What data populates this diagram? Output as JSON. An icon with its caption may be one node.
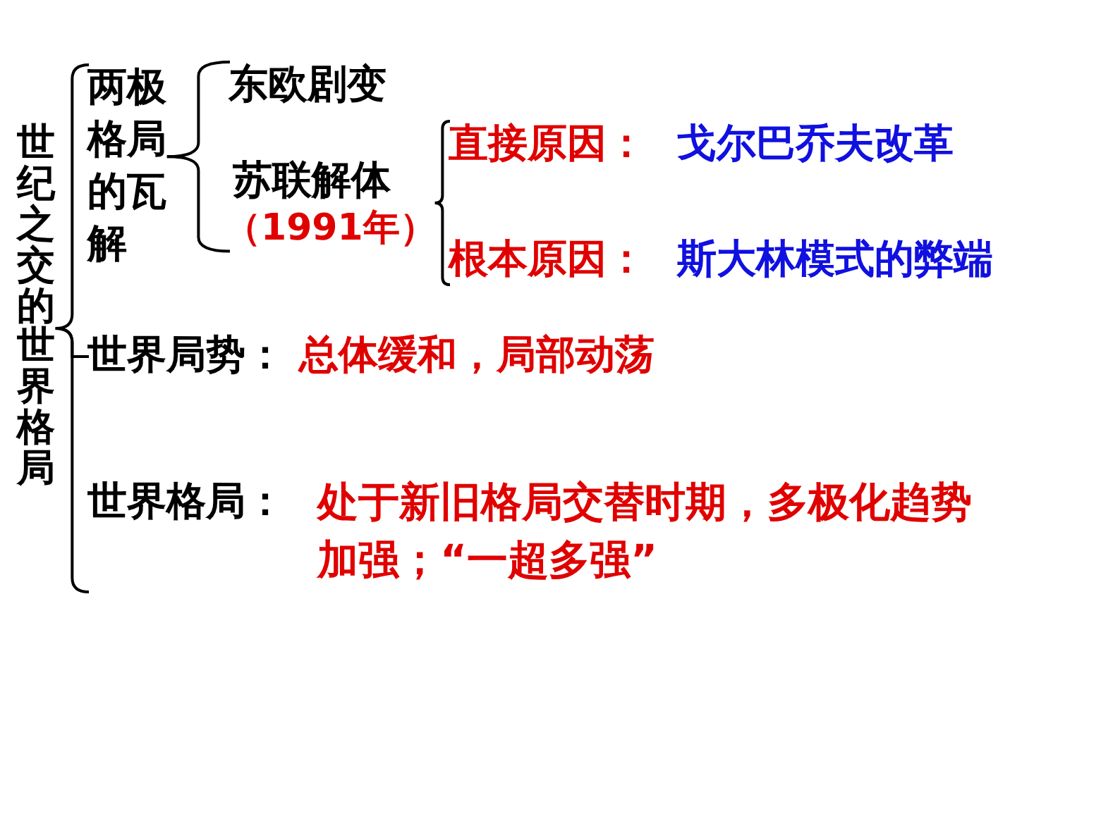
{
  "diagram": {
    "nodes": [
      {
        "text": [
          "世纪之交的世界格局"
        ]
      },
      {
        "text": [
          "两极格局的瓦解"
        ]
      },
      {
        "text": [
          "东欧剧变"
        ]
      },
      {
        "text": [
          "苏联解体"
        ],
        "beside": [
          "（1991年）"
        ]
      },
      {
        "text": [
          "直接原因：",
          "戈尔巴乔夫改革"
        ]
      },
      {
        "text": [
          "根本原因：",
          "斯大林模式的弊端"
        ]
      },
      {
        "text": [
          "世界局势：",
          "总体缓和，局部动荡"
        ]
      },
      {
        "text": [
          "世界格局：",
          "处于新旧格局交替时期，多极化趋势加强；“一超多强”"
        ]
      }
    ],
    "edges": [
      {
        "from": 0,
        "to": 1,
        "arrow": "none"
      },
      {
        "from": 0,
        "to": 6,
        "arrow": "none"
      },
      {
        "from": 0,
        "to": 7,
        "arrow": "none"
      },
      {
        "from": 1,
        "to": 2,
        "arrow": "none"
      },
      {
        "from": 1,
        "to": 3,
        "arrow": "none"
      },
      {
        "from": 3,
        "to": 4,
        "arrow": "none"
      },
      {
        "from": 3,
        "to": 5,
        "arrow": "none"
      }
    ]
  }
}
